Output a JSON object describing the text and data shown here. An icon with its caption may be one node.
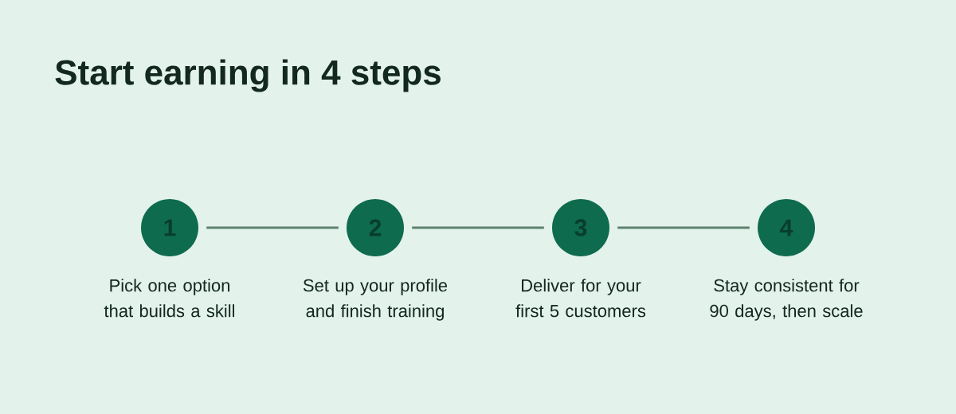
{
  "diagram": {
    "title": "Start earning in 4 steps",
    "nodes": [
      {
        "text": [
          "1"
        ],
        "beside": [
          "Pick one option that builds a skill"
        ]
      },
      {
        "text": [
          "2"
        ],
        "beside": [
          "Set up your profile and finish training"
        ]
      },
      {
        "text": [
          "3"
        ],
        "beside": [
          "Deliver for your first 5 customers"
        ]
      },
      {
        "text": [
          "4"
        ],
        "beside": [
          "Stay consistent for 90 days, then scale"
        ]
      }
    ],
    "edges": [
      {
        "from": 0,
        "to": 1,
        "arrow": "none"
      },
      {
        "from": 1,
        "to": 2,
        "arrow": "none"
      },
      {
        "from": 2,
        "to": 3,
        "arrow": "none"
      }
    ]
  }
}
